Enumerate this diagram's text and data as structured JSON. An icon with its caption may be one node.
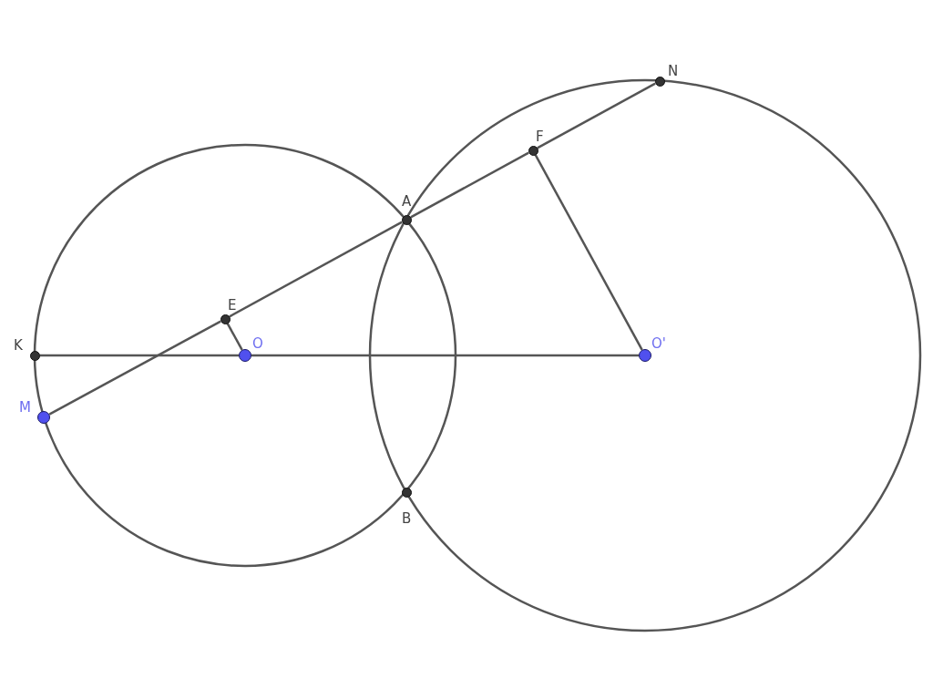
{
  "diagram": {
    "nodes": [
      {
        "text": [
          "N"
        ]
      },
      {
        "text": [
          "F"
        ]
      },
      {
        "text": [
          "A"
        ]
      },
      {
        "text": [
          "E"
        ]
      },
      {
        "text": [
          "K"
        ]
      },
      {
        "text": [
          "O"
        ]
      },
      {
        "text": [
          "O'"
        ]
      },
      {
        "text": [
          "M"
        ]
      },
      {
        "text": [
          "B"
        ]
      }
    ],
    "edges": [
      {
        "from": 7,
        "to": 3,
        "arrow": "none"
      },
      {
        "from": 3,
        "to": 2,
        "arrow": "none"
      },
      {
        "from": 2,
        "to": 1,
        "arrow": "none"
      },
      {
        "from": 1,
        "to": 0,
        "arrow": "none"
      },
      {
        "from": 4,
        "to": 5,
        "arrow": "none"
      },
      {
        "from": 5,
        "to": 6,
        "arrow": "none"
      },
      {
        "from": 3,
        "to": 5,
        "arrow": "none"
      },
      {
        "from": 1,
        "to": 6,
        "arrow": "none"
      }
    ]
  }
}
